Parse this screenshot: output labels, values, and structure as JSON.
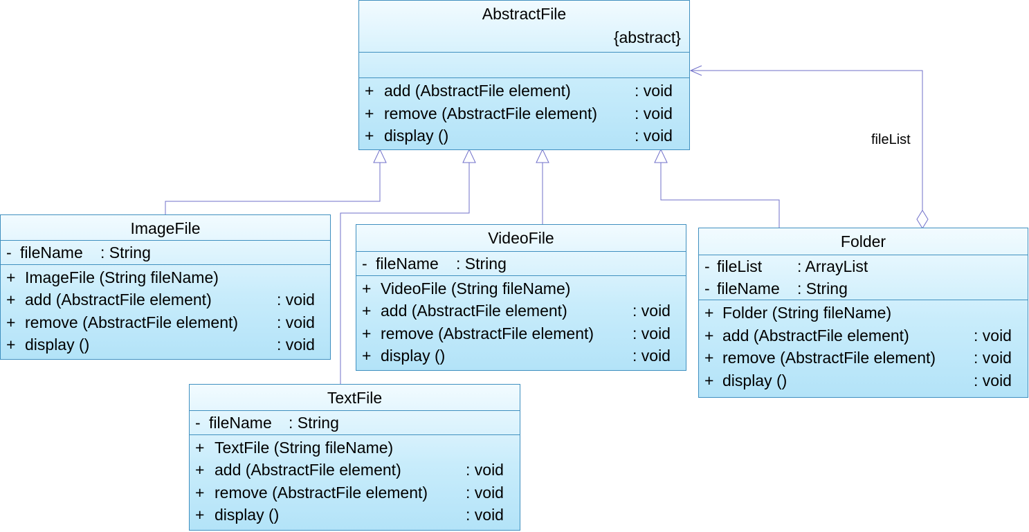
{
  "abstract_file": {
    "name": "AbstractFile",
    "stereotype": "{abstract}",
    "operations": [
      {
        "vis": "+",
        "name": "add (AbstractFile element)",
        "type": ": void"
      },
      {
        "vis": "+",
        "name": "remove (AbstractFile element)",
        "type": ": void"
      },
      {
        "vis": "+",
        "name": "display ()",
        "type": ": void"
      }
    ]
  },
  "image_file": {
    "name": "ImageFile",
    "attributes": [
      {
        "vis": "-",
        "name": "fileName",
        "type": ": String"
      }
    ],
    "operations": [
      {
        "vis": "+",
        "name": "ImageFile (String fileName)",
        "type": ""
      },
      {
        "vis": "+",
        "name": "add (AbstractFile element)",
        "type": ": void"
      },
      {
        "vis": "+",
        "name": "remove (AbstractFile element)",
        "type": ": void"
      },
      {
        "vis": "+",
        "name": "display ()",
        "type": ": void"
      }
    ]
  },
  "video_file": {
    "name": "VideoFile",
    "attributes": [
      {
        "vis": "-",
        "name": "fileName",
        "type": ": String"
      }
    ],
    "operations": [
      {
        "vis": "+",
        "name": "VideoFile (String fileName)",
        "type": ""
      },
      {
        "vis": "+",
        "name": "add (AbstractFile element)",
        "type": ": void"
      },
      {
        "vis": "+",
        "name": "remove (AbstractFile element)",
        "type": ": void"
      },
      {
        "vis": "+",
        "name": "display ()",
        "type": ": void"
      }
    ]
  },
  "text_file": {
    "name": "TextFile",
    "attributes": [
      {
        "vis": "-",
        "name": "fileName",
        "type": ": String"
      }
    ],
    "operations": [
      {
        "vis": "+",
        "name": "TextFile (String fileName)",
        "type": ""
      },
      {
        "vis": "+",
        "name": "add (AbstractFile element)",
        "type": ": void"
      },
      {
        "vis": "+",
        "name": "remove (AbstractFile element)",
        "type": ": void"
      },
      {
        "vis": "+",
        "name": "display ()",
        "type": ": void"
      }
    ]
  },
  "folder": {
    "name": "Folder",
    "attributes": [
      {
        "vis": "-",
        "name": "fileList",
        "type": ": ArrayList"
      },
      {
        "vis": "-",
        "name": "fileName",
        "type": ": String"
      }
    ],
    "operations": [
      {
        "vis": "+",
        "name": "Folder (String fileName)",
        "type": ""
      },
      {
        "vis": "+",
        "name": "add (AbstractFile element)",
        "type": ": void"
      },
      {
        "vis": "+",
        "name": "remove (AbstractFile element)",
        "type": ": void"
      },
      {
        "vis": "+",
        "name": "display ()",
        "type": ": void"
      }
    ]
  },
  "association": {
    "role_label": "fileList"
  },
  "colors": {
    "line": "#6f6fc9",
    "border": "#3f8fbf",
    "fill_top": "#f2fbff",
    "fill_bottom": "#b3e3f8"
  }
}
